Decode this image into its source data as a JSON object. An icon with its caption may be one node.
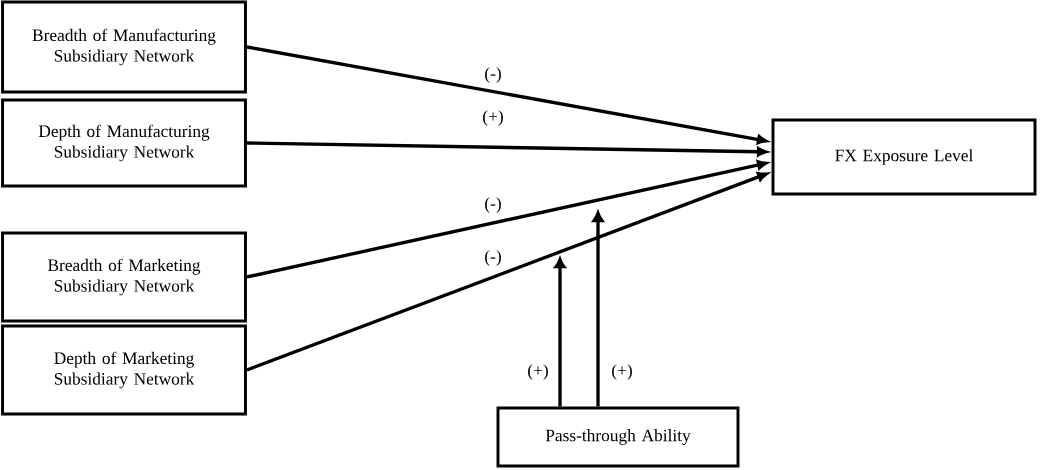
{
  "diagram": {
    "nodes": [
      {
        "text": [
          "Breadth of Manufacturing Subsidiary Network"
        ]
      },
      {
        "text": [
          "Depth of Manufacturing Subsidiary Network"
        ]
      },
      {
        "text": [
          "Breadth of Marketing Subsidiary Network"
        ]
      },
      {
        "text": [
          "Depth of Marketing Subsidiary Network"
        ]
      },
      {
        "text": [
          "FX Exposure Level"
        ]
      },
      {
        "text": [
          "Pass-through Ability"
        ]
      }
    ],
    "edges": [
      {
        "from": 0,
        "to": 4,
        "arrow": "to",
        "label": "(-)"
      },
      {
        "from": 1,
        "to": 4,
        "arrow": "to",
        "label": "(+)"
      },
      {
        "from": 2,
        "to": 4,
        "arrow": "to",
        "label": "(-)"
      },
      {
        "from": 3,
        "to": 4,
        "arrow": "to",
        "label": "(-)"
      },
      {
        "from": 5,
        "to": null,
        "arrow": "to",
        "label": "(+)"
      },
      {
        "from": 5,
        "to": null,
        "arrow": "to",
        "label": "(+)"
      }
    ]
  }
}
